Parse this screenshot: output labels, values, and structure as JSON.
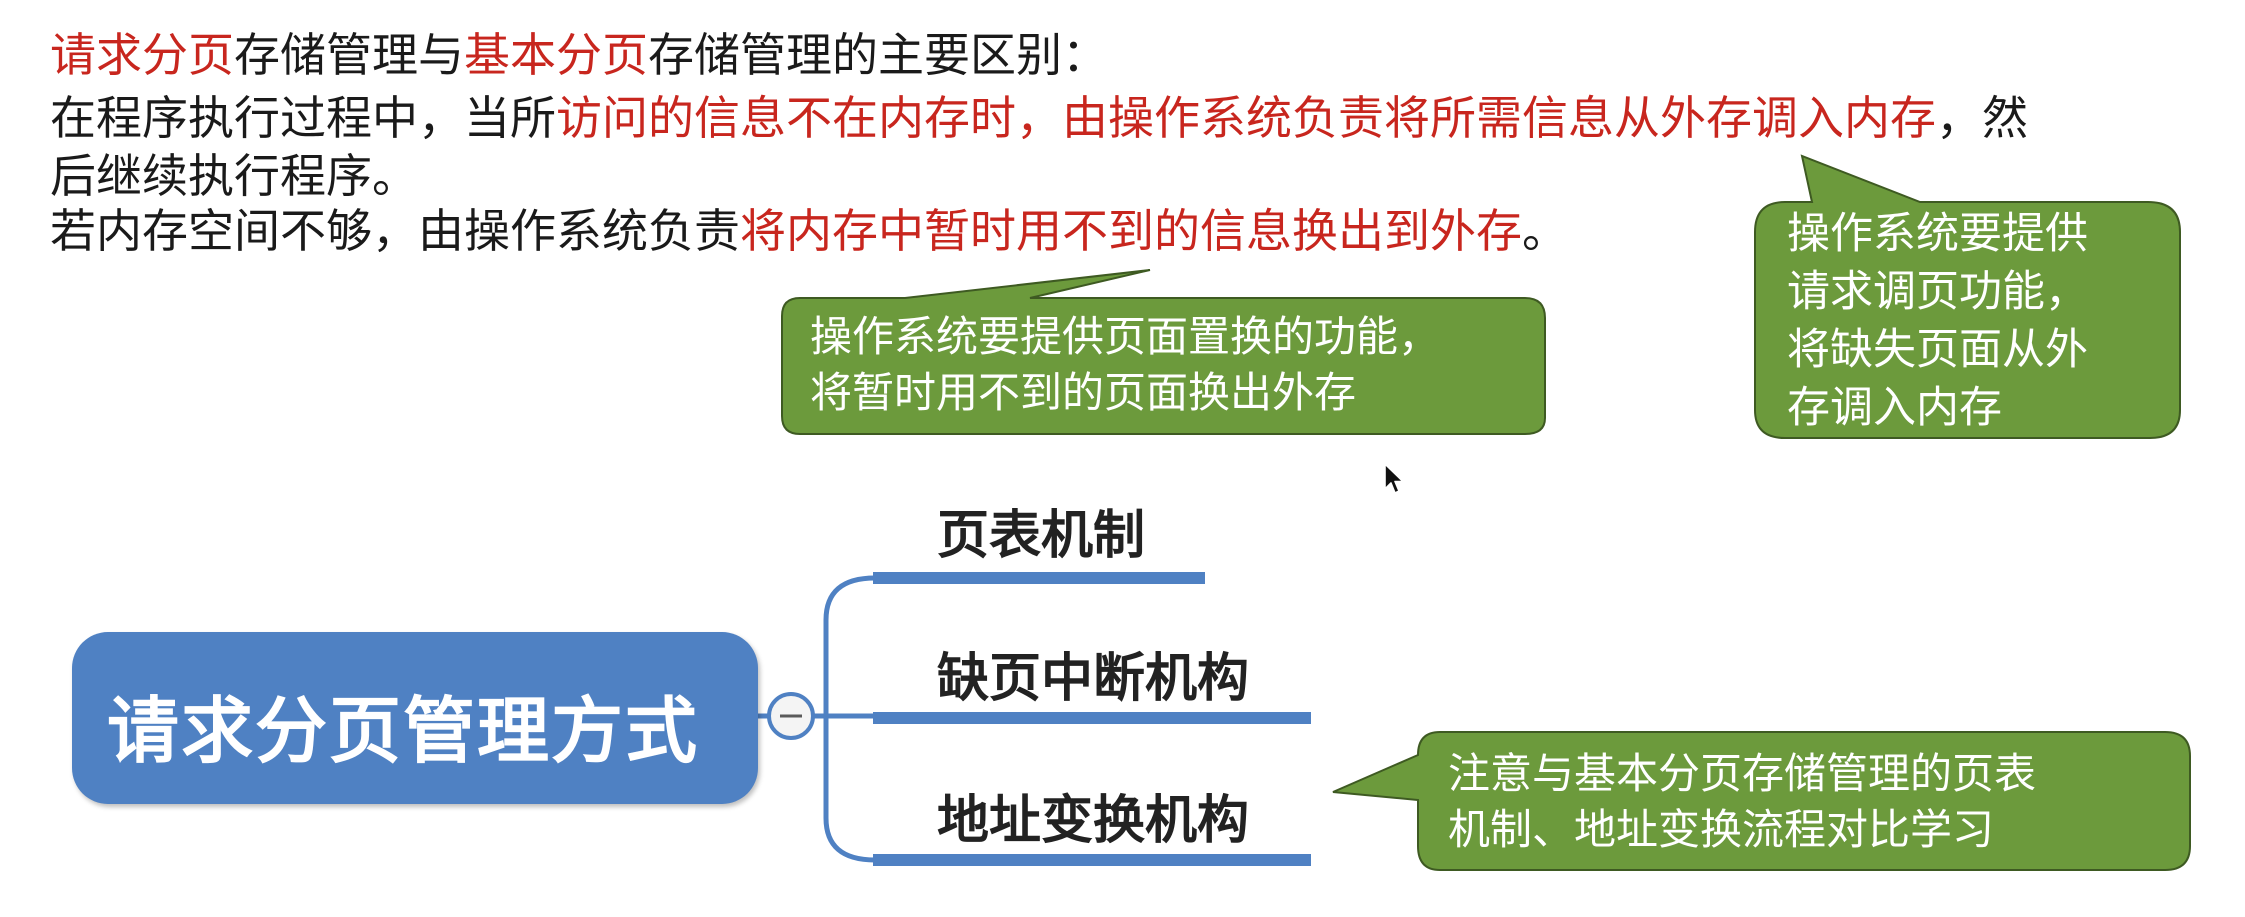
{
  "text": {
    "line1": {
      "red1": "请求分页",
      "plain1": "存储管理与",
      "red2": "基本分页",
      "plain2": "存储管理的主要区别："
    },
    "line2": {
      "plain1": "在程序执行过程中，当所",
      "red1": "访问的信息不在内存时，由操作系统负责将所需信息从外存调入内存",
      "plain2": "，然"
    },
    "line3": {
      "plain1": "后继续执行程序。"
    },
    "line4": {
      "plain1": "若内存空间不够，由操作系统负责",
      "red1": "将内存中暂时用不到的信息换出到外存",
      "plain2": "。"
    }
  },
  "callouts": {
    "replacement": {
      "line1": "操作系统要提供页面置换的功能，",
      "line2": "将暂时用不到的页面换出外存"
    },
    "paging": {
      "line1": "操作系统要提供",
      "line2": "请求调页功能，",
      "line3": "将缺失页面从外",
      "line4": "存调入内存"
    },
    "note": {
      "line1": "注意与基本分页存储管理的页表",
      "line2": "机制、地址变换流程对比学习"
    }
  },
  "mindmap": {
    "central": "请求分页管理方式",
    "collapse_symbol": "−",
    "branches": [
      "页表机制",
      "缺页中断机构",
      "地址变换机构"
    ]
  },
  "colors": {
    "red_text": "#c8261e",
    "callout_fill": "#6c9a3c",
    "callout_border": "#3e5a22",
    "central_fill": "#4f81c3",
    "branch_line": "#4f81c3"
  },
  "icons": {
    "cursor": "mouse-pointer-icon",
    "collapse": "collapse-toggle-icon"
  }
}
